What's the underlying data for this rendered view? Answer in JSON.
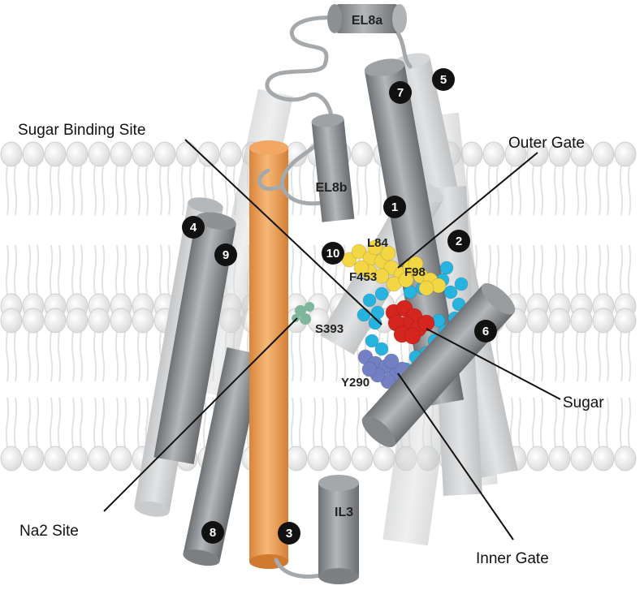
{
  "labels": {
    "sugar_binding_site": "Sugar Binding Site",
    "outer_gate": "Outer Gate",
    "sugar": "Sugar",
    "na2_site": "Na2 Site",
    "inner_gate": "Inner Gate"
  },
  "residues": {
    "l84": "L84",
    "f453": "F453",
    "f98": "F98",
    "s393": "S393",
    "y290": "Y290"
  },
  "helices": {
    "el8a": "EL8a",
    "el8b": "EL8b",
    "il3": "IL3",
    "h1": "1",
    "h2": "2",
    "h3": "3",
    "h4": "4",
    "h5": "5",
    "h6": "6",
    "h7": "7",
    "h8": "8",
    "h9": "9",
    "h10": "10"
  },
  "colors": {
    "helix_gray": "#8a8d90",
    "helix_orange": "#f0a050",
    "sugar_red": "#d4261f",
    "outer_gate_yellow": "#f2d643",
    "binding_cyan": "#27b3e0",
    "inner_gate_blue": "#7480c4",
    "na2_green": "#7fb59a",
    "membrane_gray": "#e6e6e6"
  }
}
